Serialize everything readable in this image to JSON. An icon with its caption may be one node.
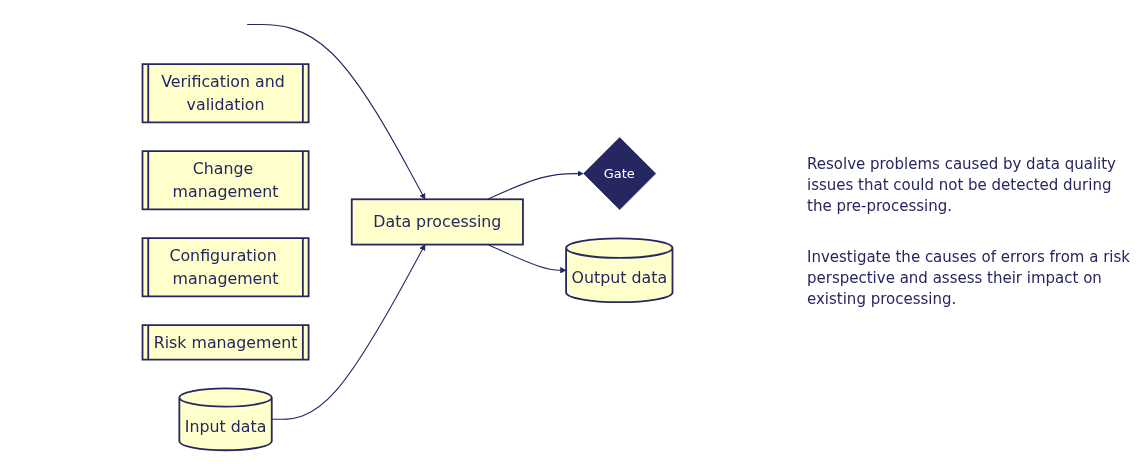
{
  "diagram": {
    "nodes": [
      {
        "text": [
          "Data processing"
        ]
      },
      {
        "text": [
          "Gate"
        ]
      },
      {
        "text": [
          "Input data"
        ]
      },
      {
        "text": [
          "Output data"
        ]
      },
      {
        "text": [
          "Verification and validation"
        ]
      },
      {
        "text": [
          "Change management"
        ]
      },
      {
        "text": [
          "Configuration management"
        ]
      },
      {
        "text": [
          "Risk management"
        ]
      }
    ],
    "edges": [
      {
        "from": null,
        "to": 0,
        "arrow": "to"
      },
      {
        "from": 0,
        "to": 1,
        "arrow": "to"
      },
      {
        "from": 2,
        "to": 0,
        "arrow": "to"
      },
      {
        "from": 0,
        "to": 3,
        "arrow": "to"
      }
    ],
    "labels": [
      "Resolve problems caused by data quality issues that could not be detected during the pre-processing.",
      "Investigate the causes of errors from a risk perspective and assess their impact on existing processing."
    ]
  }
}
